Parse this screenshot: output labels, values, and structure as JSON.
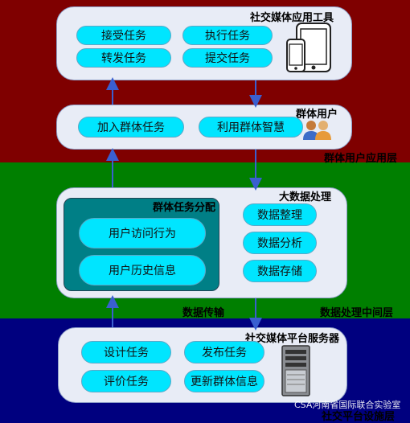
{
  "layers": {
    "top": "群体用户应用层",
    "middle": "数据处理中间层",
    "bottom": "社交平台设施层"
  },
  "top_panel": {
    "title": "社交媒体应用工具",
    "items": [
      "接受任务",
      "执行任务",
      "转发任务",
      "提交任务"
    ]
  },
  "user_panel": {
    "title": "群体用户",
    "items": [
      "加入群体任务",
      "利用群体智慧"
    ]
  },
  "middle_panel": {
    "title": "大数据处理",
    "alloc_title": "群体任务分配",
    "alloc_items": [
      "用户访问行为",
      "用户历史信息"
    ],
    "process_items": [
      "数据整理",
      "数据分析",
      "数据存储"
    ],
    "transfer_label": "数据传输"
  },
  "bottom_panel": {
    "title": "社交媒体平台服务器",
    "items": [
      "设计任务",
      "发布任务",
      "评价任务",
      "更新群体信息"
    ]
  },
  "watermark": "CSA河南省国际联合实验室",
  "colors": {
    "top_band": "#7f0000",
    "middle_band": "#007f00",
    "bottom_band": "#00007f",
    "pill": "#00e5ff",
    "panel": "#e8ecf6",
    "alloc_box": "#007f86"
  }
}
